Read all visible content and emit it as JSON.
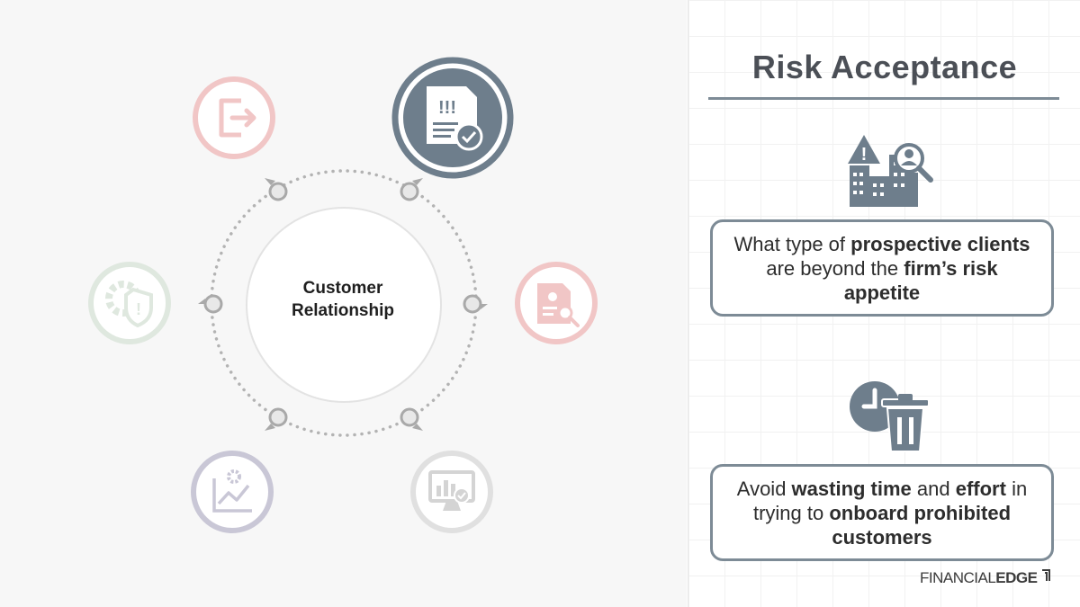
{
  "center": {
    "line1": "Customer",
    "line2": "Relationship"
  },
  "title": "Risk Acceptance",
  "box1": {
    "p1": "What type of ",
    "b1": "prospective clients",
    "p2": " are beyond the ",
    "b2": "firm’s risk appetite"
  },
  "box2": {
    "p1": "Avoid ",
    "b1": "wasting time",
    "p2": " and ",
    "b2": "effort",
    "p3": " in trying to ",
    "b3": "onboard prohibited customers"
  },
  "brand": {
    "part1": "FINANCIAL",
    "part2": "EDGE"
  },
  "icons": {
    "active": "document-alert-check-icon",
    "top_left": "exit-icon",
    "left": "gear-shield-warning-icon",
    "right": "document-gear-search-icon",
    "bottom_left": "chart-gear-icon",
    "bottom_right": "monitor-chart-check-icon",
    "risk": "buildings-warning-search-icon",
    "waste": "clock-trash-icon"
  },
  "colors": {
    "active": "#6e7e8c",
    "pink": "#f1c6c6",
    "green": "#dfe8df",
    "purple": "#c9c7d6",
    "grey": "#d9d9d9",
    "box_border": "#7d8b96",
    "title": "#4b4f56"
  }
}
